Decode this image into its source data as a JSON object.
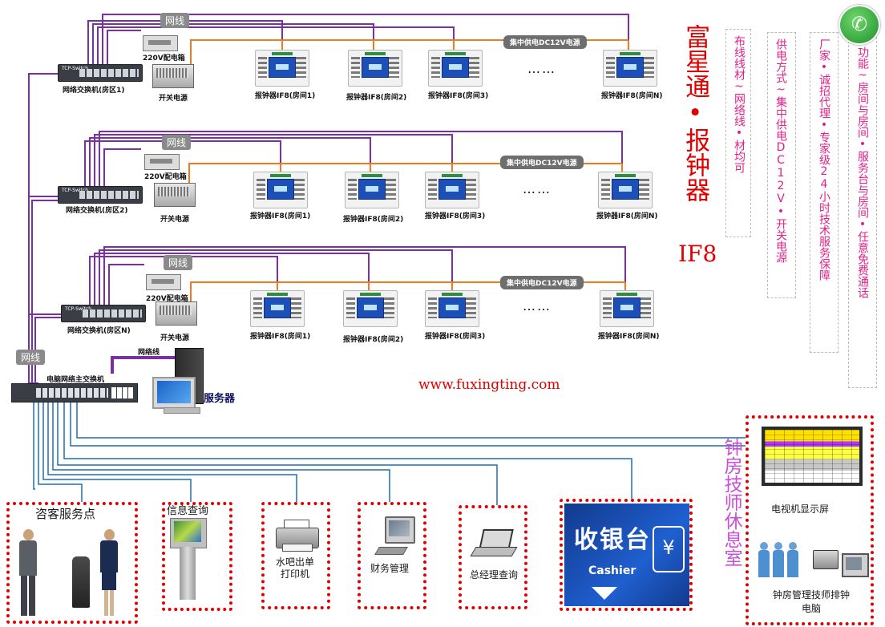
{
  "title_vertical": "富星通•报钟器",
  "title_model": "IF8",
  "website": "www.fuxingting.com",
  "panels": {
    "wiring": "布线线材~网络线•材均可",
    "power": "供电方式~集中供电DC12V•开关电源",
    "vendor": "厂家•诚招代理•专家级24小时技术服务保障",
    "function": "功能~房间与房间•服务台与房间•任意免费通话"
  },
  "rest_room": "钟房技师休息室",
  "colors": {
    "purple": "#7b2ea6",
    "orange": "#f07a1e",
    "blue": "#1f6fb2",
    "red": "#e00000",
    "phone": "#25a244"
  },
  "zones": [
    {
      "net_tag": "网线",
      "switch_label": "网络交换机(房区1)",
      "pdu_label": "220V配电箱",
      "psu_label": "开关电源",
      "dc_label": "集中供电DC12V电源",
      "devices": [
        "报钟器IF8(房间1)",
        "报钟器IF8(房间2)",
        "报钟器IF8(房间3)",
        "报钟器IF8(房间N)"
      ],
      "ellipsis": "……"
    },
    {
      "net_tag": "网线",
      "switch_label": "网络交换机(房区2)",
      "pdu_label": "220V配电箱",
      "psu_label": "开关电源",
      "dc_label": "集中供电DC12V电源",
      "devices": [
        "报钟器IF8(房间1)",
        "报钟器IF8(房间2)",
        "报钟器IF8(房间3)",
        "报钟器IF8(房间N)"
      ],
      "ellipsis": "……"
    },
    {
      "net_tag": "网线",
      "switch_label": "网络交换机(房区N)",
      "pdu_label": "220V配电箱",
      "psu_label": "开关电源",
      "dc_label": "集中供电DC12V电源",
      "devices": [
        "报钟器IF8(房间1)",
        "报钟器IF8(房间2)",
        "报钟器IF8(房间3)",
        "报钟器IF8(房间N)"
      ],
      "ellipsis": "……"
    }
  ],
  "switch_small_text": "TCP-Switch",
  "main_net_tag": "网线",
  "main_switch_label": "电脑网络主交换机",
  "cable_label": "网络线",
  "server_label": "服务器",
  "endpoints": {
    "consult": "咨客服务点",
    "info": "信息查询",
    "printer": "水吧出单打印机",
    "finance": "财务管理",
    "manager": "总经理查询",
    "cashier_big": "收银台",
    "cashier_en": "Cashier",
    "cashier_symbol": "¥",
    "tv": "电视机显示屏",
    "scheduler": "钟房管理技师排钟电脑"
  }
}
